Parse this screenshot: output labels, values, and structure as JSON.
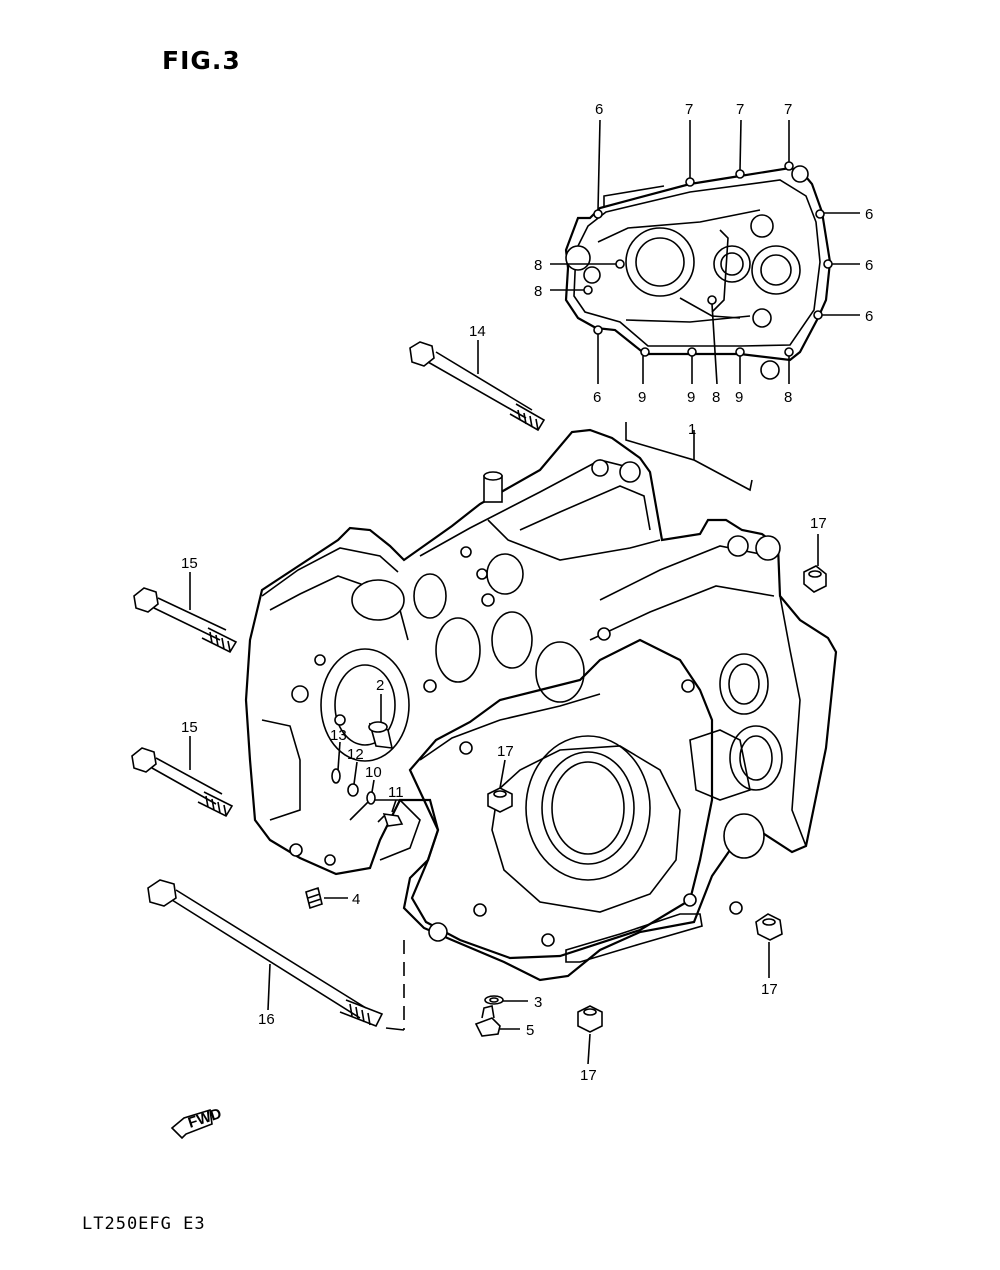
{
  "figure": {
    "title": "FIG.3",
    "model_code": "LT250EFG  E3",
    "direction_marker": "FWD"
  },
  "callouts": [
    {
      "id": "c-6a",
      "label": "6"
    },
    {
      "id": "c-7a",
      "label": "7"
    },
    {
      "id": "c-7b",
      "label": "7"
    },
    {
      "id": "c-7c",
      "label": "7"
    },
    {
      "id": "c-6b",
      "label": "6"
    },
    {
      "id": "c-6c",
      "label": "6"
    },
    {
      "id": "c-6d",
      "label": "6"
    },
    {
      "id": "c-8a",
      "label": "8"
    },
    {
      "id": "c-8b",
      "label": "8"
    },
    {
      "id": "c-6e",
      "label": "6"
    },
    {
      "id": "c-9a",
      "label": "9"
    },
    {
      "id": "c-9b",
      "label": "9"
    },
    {
      "id": "c-8c",
      "label": "8"
    },
    {
      "id": "c-9c",
      "label": "9"
    },
    {
      "id": "c-8d",
      "label": "8"
    },
    {
      "id": "c-14",
      "label": "14"
    },
    {
      "id": "c-1",
      "label": "1"
    },
    {
      "id": "c-17a",
      "label": "17"
    },
    {
      "id": "c-15a",
      "label": "15"
    },
    {
      "id": "c-2",
      "label": "2"
    },
    {
      "id": "c-13",
      "label": "13"
    },
    {
      "id": "c-12",
      "label": "12"
    },
    {
      "id": "c-10",
      "label": "10"
    },
    {
      "id": "c-11",
      "label": "11"
    },
    {
      "id": "c-15b",
      "label": "15"
    },
    {
      "id": "c-17b",
      "label": "17"
    },
    {
      "id": "c-4",
      "label": "4"
    },
    {
      "id": "c-16",
      "label": "16"
    },
    {
      "id": "c-17c",
      "label": "17"
    },
    {
      "id": "c-3",
      "label": "3"
    },
    {
      "id": "c-5",
      "label": "5"
    },
    {
      "id": "c-17d",
      "label": "17"
    }
  ]
}
